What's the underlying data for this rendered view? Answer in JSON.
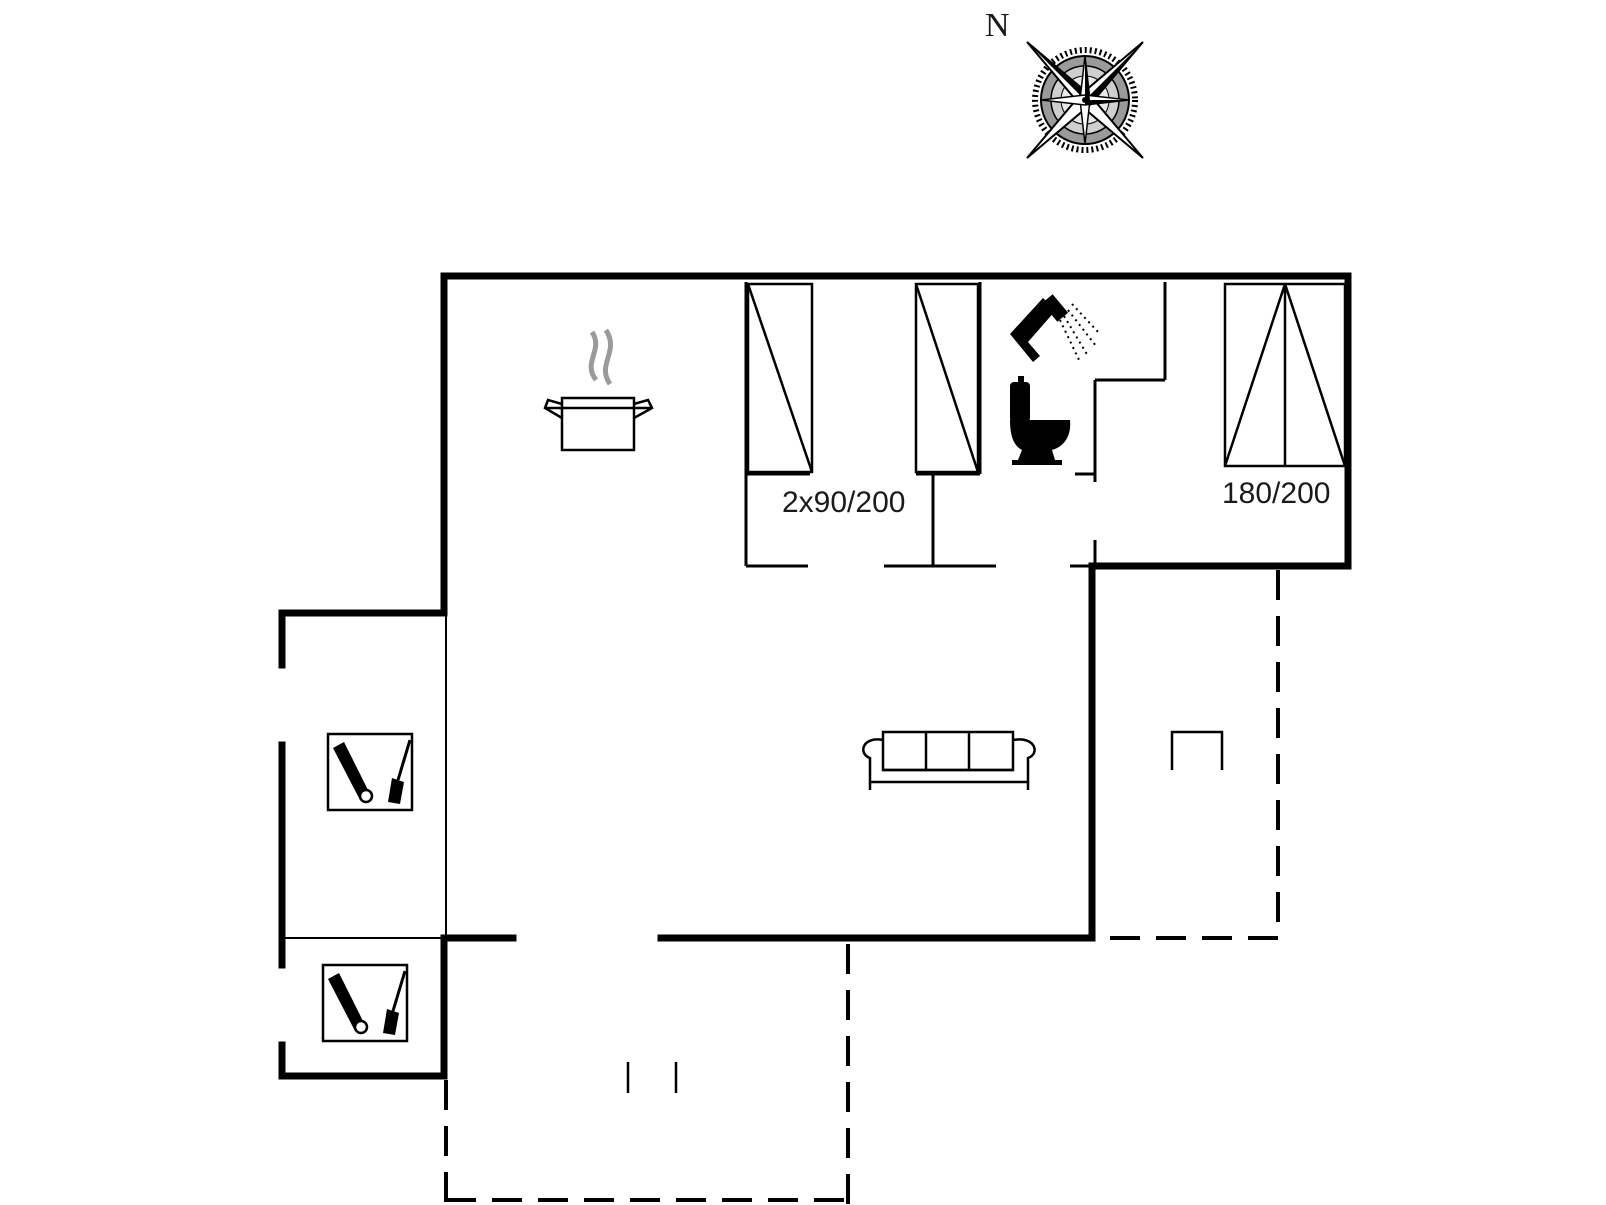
{
  "compass": {
    "north_label": "N",
    "icon": "compass-rose-icon"
  },
  "rooms": {
    "bedroom_twin": {
      "bed_label": "2x90/200"
    },
    "bedroom_double": {
      "bed_label": "180/200"
    }
  },
  "icons": [
    "cooking-pot-icon",
    "shower-icon",
    "toilet-icon",
    "sofa-icon",
    "barbecue-tools-icon",
    "terrace-chair-icon",
    "garden-furniture-icon"
  ],
  "colors": {
    "wall": "#000000",
    "background": "#ffffff"
  }
}
